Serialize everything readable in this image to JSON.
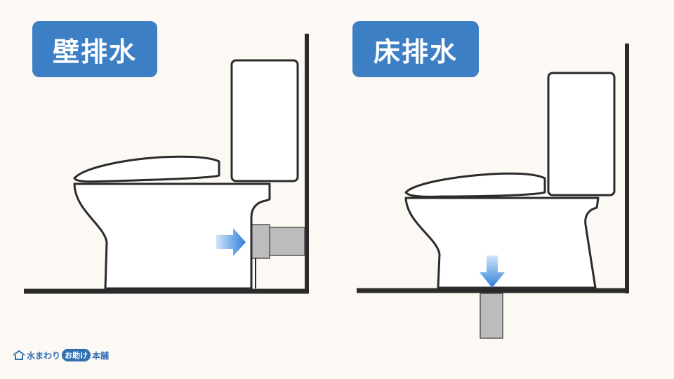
{
  "labels": {
    "wall_drain": "壁排水",
    "floor_drain": "床排水"
  },
  "logo": {
    "part1": "水まわり",
    "part2": "お助け",
    "part3": "本舗"
  },
  "colors": {
    "badge": "#3d7fc4",
    "background": "#fcf8f3",
    "pipe": "#bcbcbc",
    "arrow": "#2f7ed8",
    "line": "#2b2b2b"
  },
  "icons": [
    "house-icon",
    "arrow-right-icon",
    "arrow-down-icon"
  ]
}
